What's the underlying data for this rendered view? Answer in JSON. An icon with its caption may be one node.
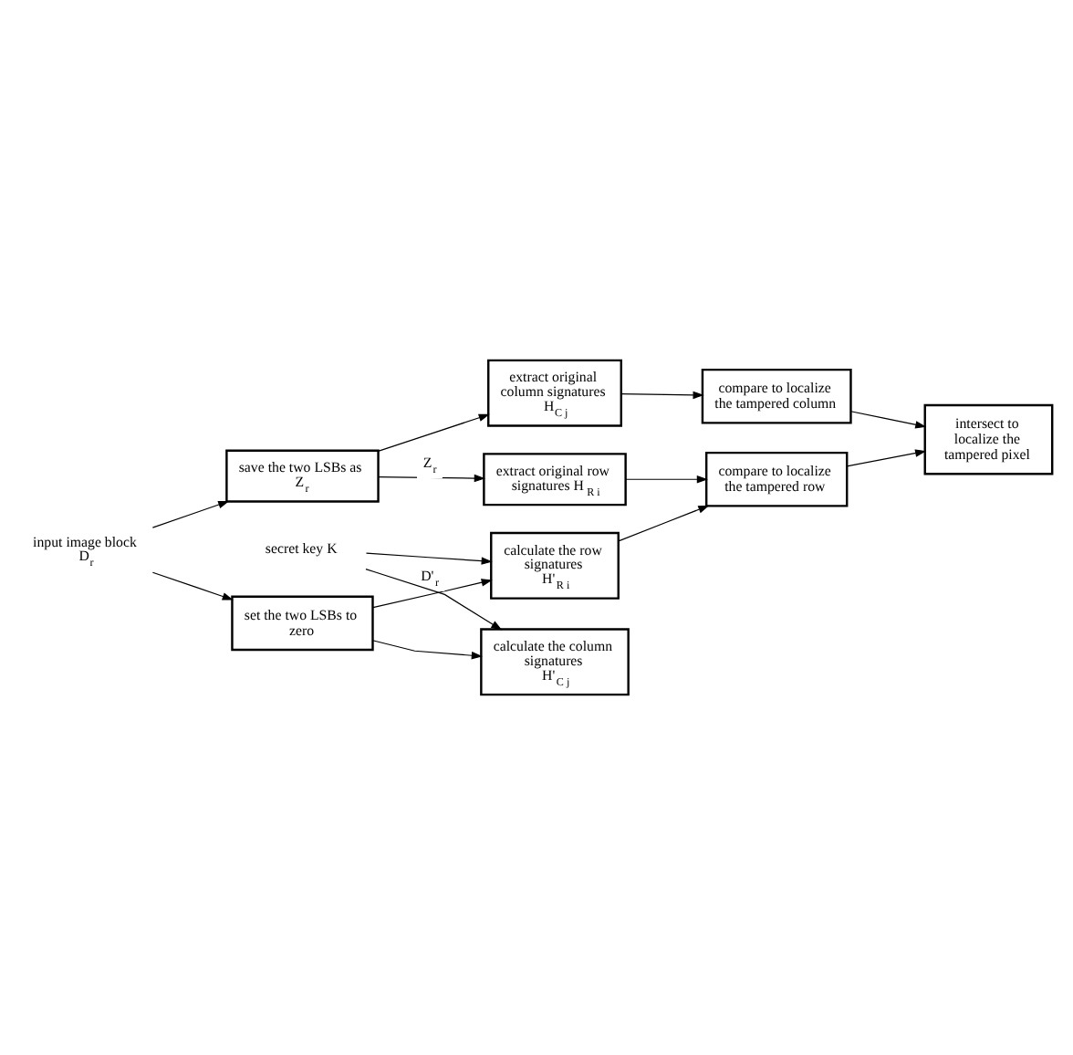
{
  "diagram": {
    "nodes": [
      {
        "text": [
          "input image block D$_{r}$"
        ]
      },
      {
        "text": [
          "save the two LSBs as Z$_{r}$"
        ]
      },
      {
        "text": [
          "set the two LSBs to zero"
        ]
      },
      {
        "text": [
          "extract original row signatures H$_{R i}$"
        ]
      },
      {
        "text": [
          "extract original column signatures H$_{C j}$"
        ]
      },
      {
        "text": [
          "calculate the row signatures H'$_{R i}$"
        ]
      },
      {
        "text": [
          "calculate the column signatures H'$_{C j}$"
        ]
      },
      {
        "text": [
          "secret key K"
        ]
      },
      {
        "text": [
          "compare to localize the tampered column"
        ]
      },
      {
        "text": [
          "compare to localize the tampered row"
        ]
      },
      {
        "text": [
          "intersect to localize the tampered pixel"
        ]
      }
    ],
    "edges": [
      {
        "from": 0,
        "to": 1,
        "arrow": "to"
      },
      {
        "from": 0,
        "to": 2,
        "arrow": "to"
      },
      {
        "from": 1,
        "to": 3,
        "arrow": "to",
        "label": "Z$_{r}$"
      },
      {
        "from": 1,
        "to": 4,
        "arrow": "to"
      },
      {
        "from": 2,
        "to": 5,
        "arrow": "to",
        "label": "D'$_{r}$"
      },
      {
        "from": 2,
        "to": 6,
        "arrow": "to"
      },
      {
        "from": 7,
        "to": 5,
        "arrow": "to"
      },
      {
        "from": 7,
        "to": 6,
        "arrow": "to"
      },
      {
        "from": 3,
        "to": 9,
        "arrow": "to"
      },
      {
        "from": 5,
        "to": 9,
        "arrow": "to"
      },
      {
        "from": 4,
        "to": 8,
        "arrow": "to"
      },
      {
        "from": 8,
        "to": 10,
        "arrow": "to"
      },
      {
        "from": 9,
        "to": 10,
        "arrow": "to"
      }
    ]
  }
}
